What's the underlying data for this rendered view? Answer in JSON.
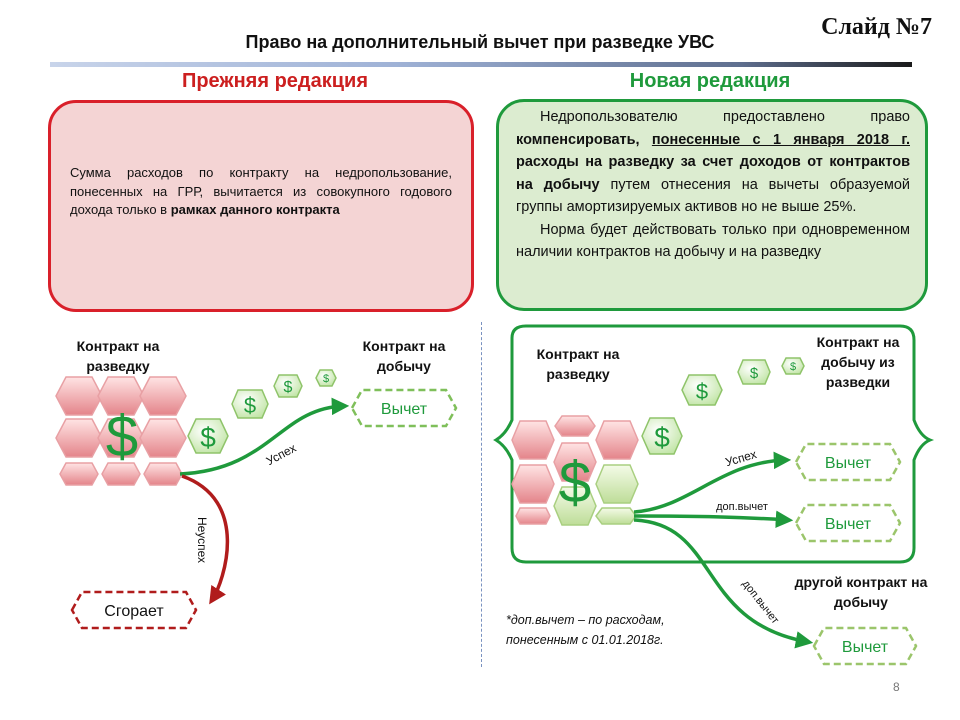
{
  "slide_number": "Слайд №7",
  "title": "Право на дополнительный вычет при разведке УВС",
  "old": {
    "heading": "Прежняя редакция",
    "text_plain": "Сумма расходов по контракту на недропользование, понесенных на ГРР, вычитается из совокупного годового дохода только в ",
    "text_bold": "рамках данного контракта",
    "label_exploration": "Контракт на разведку",
    "label_production": "Контракт на добычу",
    "deduction": "Вычет",
    "success": "Успех",
    "failure": "Неуспех",
    "burns": "Сгорает",
    "dollar": "$"
  },
  "new": {
    "heading": "Новая редакция",
    "p1_a": "Недропользователю предоставлено право ",
    "p1_b": "компенсировать, ",
    "p1_c": "понесенные с 1 января 2018 г.",
    "p1_d": " расходы на разведку за счет доходов от контрактов на добычу",
    "p1_e": " путем отнесения на вычеты образуемой группы амортизируемых активов но не выше 25%.",
    "p2": "Норма будет действовать только при одновременном наличии контрактов на добычу и на разведку",
    "label_exploration": "Контракт на разведку",
    "label_production": "Контракт на добычу из разведки",
    "label_other": "другой контракт на добычу",
    "deduction": "Вычет",
    "success": "Успех",
    "extra_deduction": "доп.вычет",
    "footnote": "*доп.вычет – по расходам, понесенным с 01.01.2018г.",
    "dollar": "$"
  },
  "page_number": "8",
  "colors": {
    "red": "#d9202a",
    "dark_red": "#b01c1c",
    "green": "#1f9a3c",
    "light_green": "#9bc56b",
    "old_box_fill": "#f4d4d4",
    "new_box_fill": "#dcecd0"
  }
}
